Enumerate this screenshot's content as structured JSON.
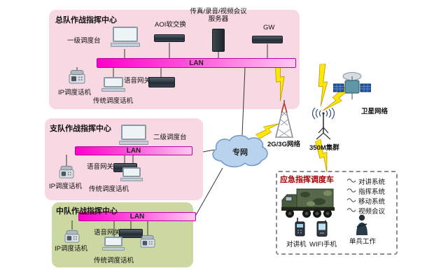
{
  "colors": {
    "zone_pink": "#f8d9e3",
    "zone_green": "#cbd8a2",
    "lan_magenta": "#ff00cc",
    "cloud_blue": "#b9d2ee",
    "lightning_yellow": "#ffe60a",
    "vehicle_title_red": "#a40000"
  },
  "hq": {
    "title": "总队作战指挥中心",
    "console_label": "一级调度台",
    "softswitch_label": "AOI软交换",
    "server_label_line1": "传真/录音/视频会议",
    "server_label_line2": "服务器",
    "gateway_label": "GW",
    "lan_label": "LAN",
    "voice_gateway_label": "语音网关",
    "ip_phone_label": "IP调度话机",
    "legacy_phone_label": "传统调度话机"
  },
  "detachment": {
    "title": "支队作战指挥中心",
    "console_label": "二级调度台",
    "lan_label": "LAN",
    "voice_gateway_label": "语音网关",
    "ip_phone_label": "IP调度话机",
    "legacy_phone_label": "传统调度话机"
  },
  "squadron": {
    "title": "中队作战指挥中心",
    "lan_label": "LAN",
    "voice_gateway_label": "语音网关",
    "ip_phone_label": "IP调度话机",
    "legacy_phone_label": "传统调度话机"
  },
  "cloud": {
    "label": "专网"
  },
  "wireless": {
    "cellular_label": "2G/3G网络",
    "trunking_label": "350M集群",
    "satellite_label": "卫星网络"
  },
  "vehicle": {
    "title": "应急指挥调度车",
    "systems": [
      "对讲系统",
      "指挥系统",
      "移动系统",
      "视频会议"
    ],
    "handheld_label": "对讲机",
    "wifi_phone_label": "WIFI手机",
    "soldier_label": "单兵工作"
  }
}
